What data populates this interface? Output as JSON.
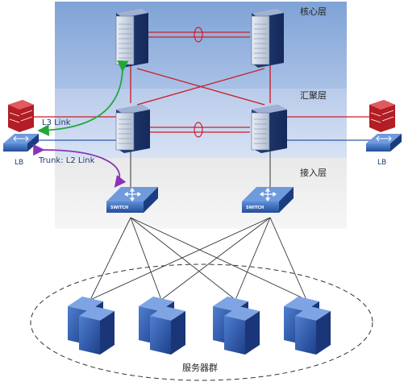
{
  "layers": {
    "core": "核心层",
    "aggregation": "汇聚层",
    "access": "接入层"
  },
  "links": {
    "l3": "L3 Link",
    "l2": "Trunk: L2 Link"
  },
  "load_balancers": {
    "left": "LB",
    "right": "LB"
  },
  "switches": {
    "left": "SWITCH",
    "right": "SWITCH"
  },
  "server_group": "服务器群",
  "colors": {
    "core_band": "#95b4de",
    "aggregation_band": "#c6d5ee",
    "access_band": "#e6e6e6",
    "l3_link": "#22a83a",
    "l2_link": "#8a33b8",
    "redundant_link": "#cc1f2a",
    "device_blue": "#2d5aa8"
  }
}
